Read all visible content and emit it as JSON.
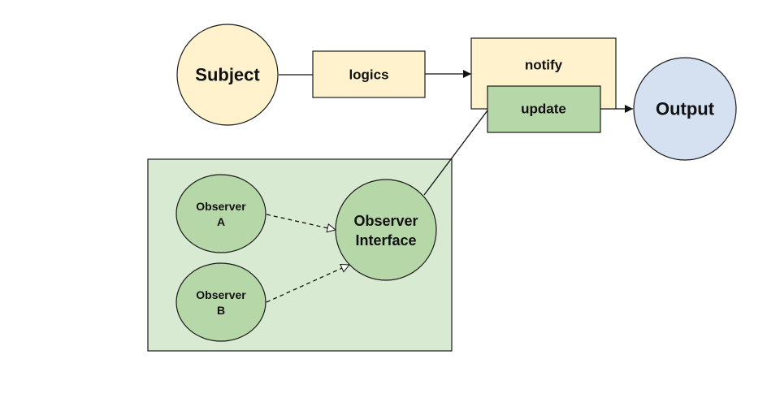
{
  "nodes": {
    "subject": {
      "label": "Subject"
    },
    "logics": {
      "label": "logics"
    },
    "notify": {
      "label": "notify"
    },
    "update": {
      "label": "update"
    },
    "output": {
      "label": "Output"
    },
    "observer_interface": {
      "line1": "Observer",
      "line2": "Interface"
    },
    "observer_a": {
      "line1": "Observer",
      "line2": "A"
    },
    "observer_b": {
      "line1": "Observer",
      "line2": "B"
    }
  },
  "colors": {
    "cream_fill": "#fff2cc",
    "green_fill": "#b6d7a8",
    "group_fill": "#d9ead3",
    "blue_fill": "#d5e1f0",
    "stroke": "#1a1a1a"
  }
}
